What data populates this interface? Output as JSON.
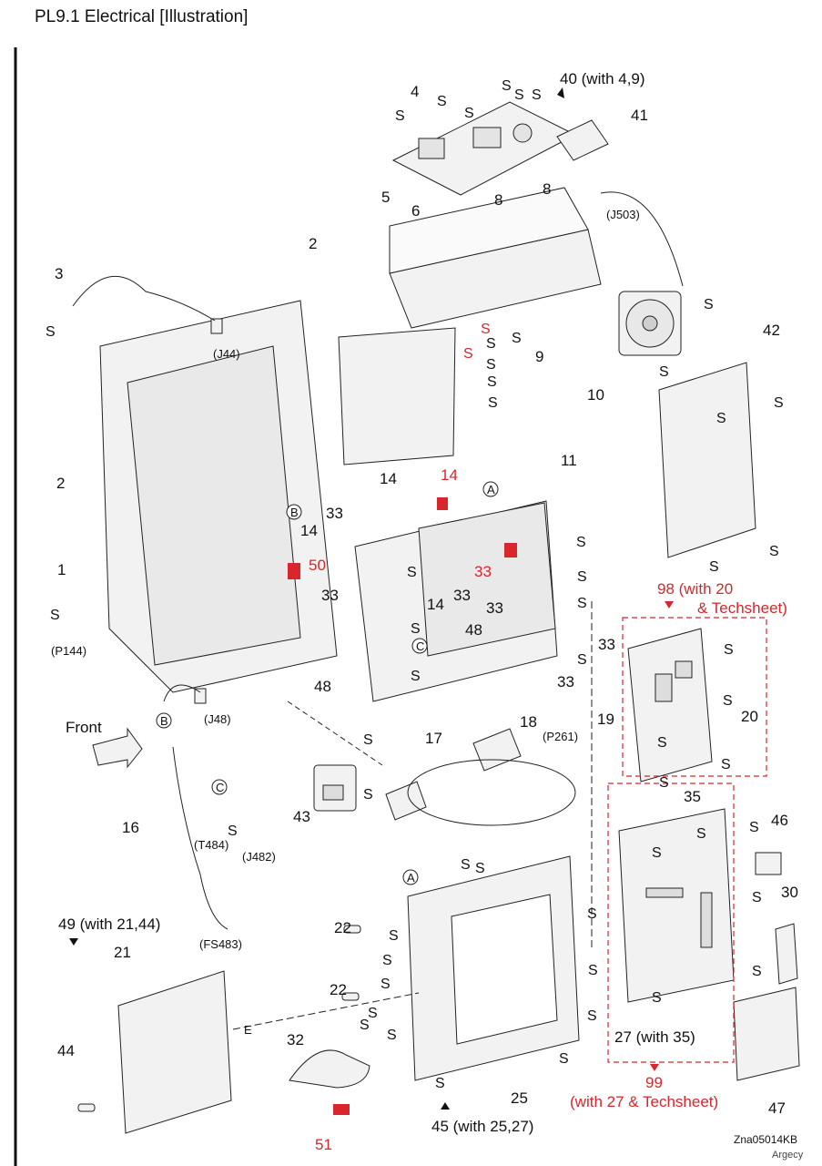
{
  "title": "PL9.1 Electrical  [Illustration]",
  "doc_code": "Zna05014KB",
  "watermark": "Argecy",
  "colors": {
    "accent_red": "#d8262c",
    "line": "#222222",
    "part_fill": "#f2f2f2"
  },
  "labels": {
    "p1": "1",
    "p2a": "2",
    "p2b": "2",
    "p3": "3",
    "p4": "4",
    "p5": "5",
    "p6": "6",
    "p8a": "8",
    "p8b": "8",
    "p9": "9",
    "p10": "10",
    "p11": "11",
    "p14a": "14",
    "p14b": "14",
    "p14c": "14",
    "p14red": "14",
    "p16": "16",
    "p17": "17",
    "p18": "18",
    "p19": "19",
    "p20": "20",
    "p21": "21",
    "p22a": "22",
    "p22b": "22",
    "p25": "25",
    "p27": "27 (with 35)",
    "p30": "30",
    "p32": "32",
    "p33a": "33",
    "p33b": "33",
    "p33c": "33",
    "p33d": "33",
    "p33e": "33",
    "p33f": "33",
    "p33red": "33",
    "p35": "35",
    "p40": "40 (with 4,9)",
    "p41": "41",
    "p42": "42",
    "p43": "43",
    "p44": "44",
    "p45": "45 (with 25,27)",
    "p46": "46",
    "p47": "47",
    "p48a": "48",
    "p48b": "48",
    "p49": "49 (with 21,44)",
    "p50": "50",
    "p51": "51",
    "p98a": "98 (with 20",
    "p98b": "& Techsheet)",
    "p99a": "99",
    "p99b": "(with 27 & Techsheet)",
    "front": "Front",
    "conn_j44": "(J44)",
    "conn_j48": "(J48)",
    "conn_j503": "(J503)",
    "conn_p144": "(P144)",
    "conn_p261": "(P261)",
    "conn_t484": "(T484)",
    "conn_j482": "(J482)",
    "conn_fs483": "(FS483)",
    "callout_a": "A",
    "callout_b": "B",
    "callout_c": "C",
    "callout_e": "E",
    "screw": "S"
  }
}
